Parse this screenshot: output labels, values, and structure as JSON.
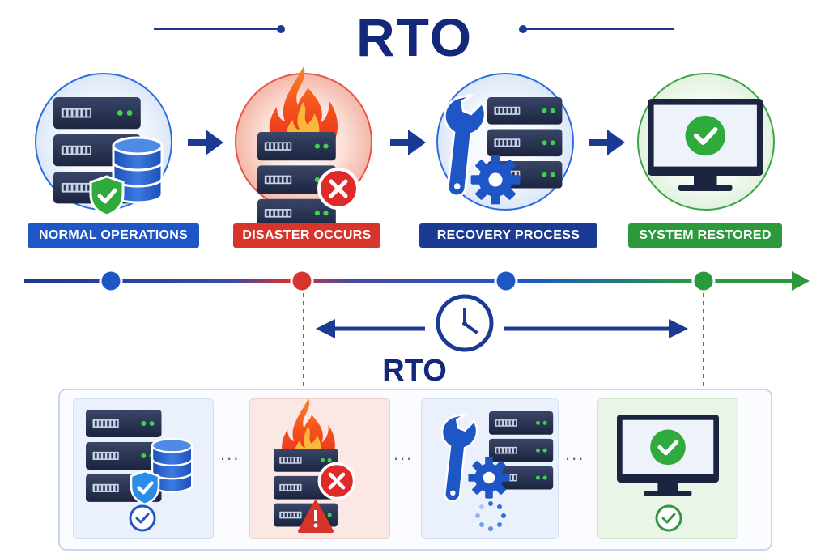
{
  "title": "RTO",
  "stages": [
    {
      "label": "NORMAL OPERATIONS",
      "icon": "server-database-shield-icon",
      "color": "#1f56c6"
    },
    {
      "label": "DISASTER OCCURS",
      "icon": "server-fire-icon",
      "color": "#d7342b"
    },
    {
      "label": "RECOVERY PROCESS",
      "icon": "server-wrench-gear-icon",
      "color": "#1b3a94"
    },
    {
      "label": "SYSTEM RESTORED",
      "icon": "monitor-check-icon",
      "color": "#2c9a3c"
    }
  ],
  "rto_label": "RTO",
  "bottom_panel": {
    "cards": [
      {
        "icon": "server-database-shield-icon",
        "status_icon": "check-circle-icon"
      },
      {
        "icon": "server-fire-icon",
        "status_icon": "warning-triangle-icon"
      },
      {
        "icon": "server-wrench-gear-icon",
        "status_icon": "loading-spinner-icon"
      },
      {
        "icon": "monitor-check-icon",
        "status_icon": "check-circle-icon"
      }
    ],
    "separator": "..."
  },
  "colors": {
    "navy": "#13287a",
    "blue": "#1f56c6",
    "red": "#d7342b",
    "green": "#2c9a3c"
  }
}
